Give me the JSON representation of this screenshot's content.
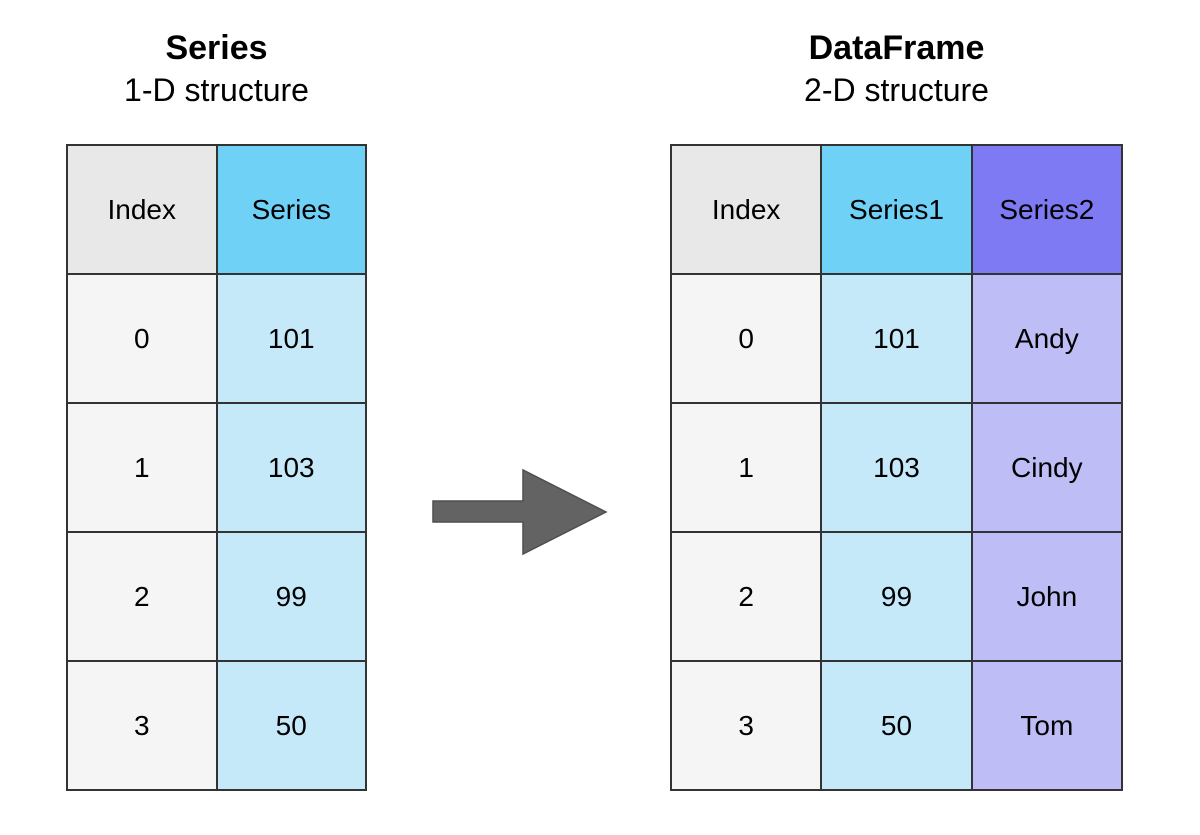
{
  "left_panel": {
    "title": "Series",
    "subtitle": "1-D structure",
    "table": {
      "headers": [
        "Index",
        "Series"
      ],
      "rows": [
        [
          "0",
          "101"
        ],
        [
          "1",
          "103"
        ],
        [
          "2",
          "99"
        ],
        [
          "3",
          "50"
        ]
      ]
    }
  },
  "right_panel": {
    "title": "DataFrame",
    "subtitle": "2-D structure",
    "table": {
      "headers": [
        "Index",
        "Series1",
        "Series2"
      ],
      "rows": [
        [
          "0",
          "101",
          "Andy"
        ],
        [
          "1",
          "103",
          "Cindy"
        ],
        [
          "2",
          "99",
          "John"
        ],
        [
          "3",
          "50",
          "Tom"
        ]
      ]
    }
  },
  "arrow": {
    "direction": "right",
    "color": "#636363"
  },
  "colors": {
    "background": "#ffffff",
    "text": "#000000",
    "table_border": "#333333",
    "index_header_bg": "#e8e8e8",
    "index_body_bg": "#f5f5f5",
    "series_header_bg": "#70d1f7",
    "series_body_bg": "#c6e9fa",
    "series2_header_bg": "#7d7af4",
    "series2_body_bg": "#bfbdf5"
  }
}
